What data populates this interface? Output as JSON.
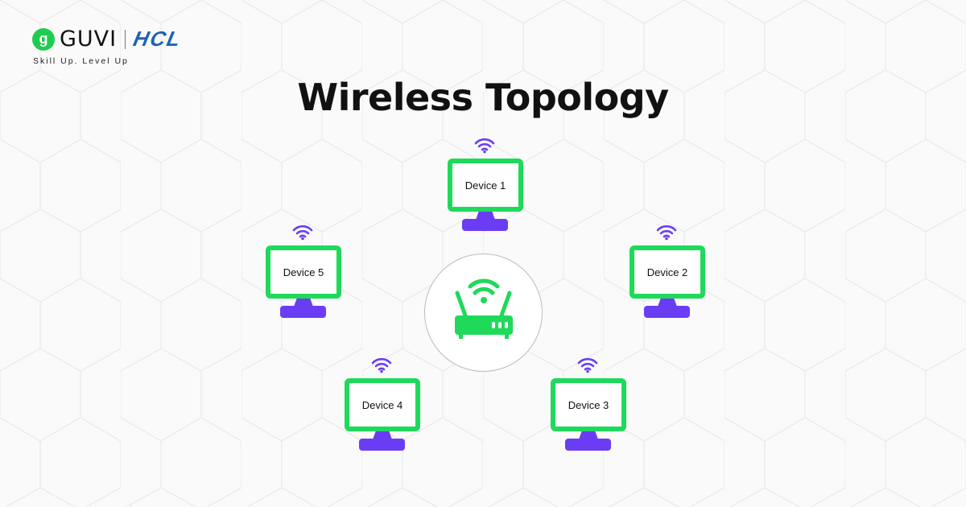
{
  "brand": {
    "logo_mark": "g",
    "name": "GUVI",
    "partner": "HCL",
    "tagline": "Skill Up. Level Up"
  },
  "title": "Wireless Topology",
  "colors": {
    "screen": "#1fd95a",
    "stand": "#6a3df5",
    "wifi": "#6a3df5",
    "router": "#1fd95a"
  },
  "center": {
    "icon": "wifi-router-icon"
  },
  "devices": [
    {
      "label": "Device 1"
    },
    {
      "label": "Device 2"
    },
    {
      "label": "Device 3"
    },
    {
      "label": "Device 4"
    },
    {
      "label": "Device 5"
    }
  ]
}
